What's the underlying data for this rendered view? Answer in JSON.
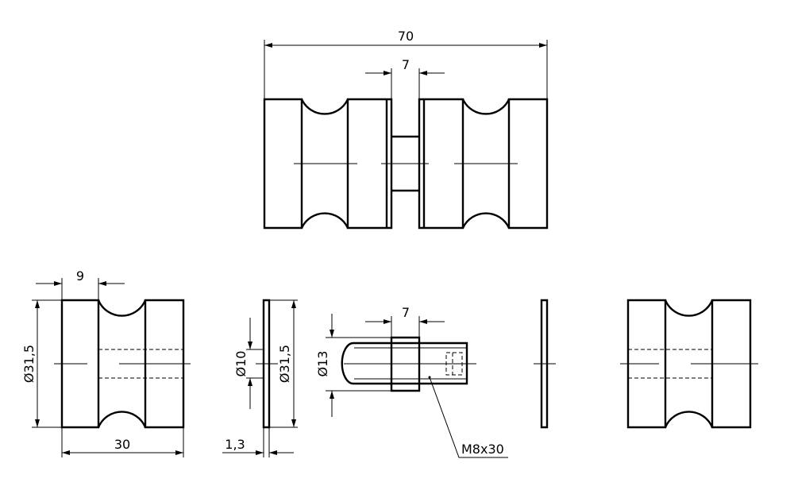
{
  "dimensions": {
    "overall_width": "70",
    "gap_top": "7",
    "knob_width_9": "9",
    "knob_diameter": "Ø31,5",
    "knob_length": "30",
    "washer_thickness": "1,3",
    "washer_inner_diameter": "Ø10",
    "washer_outer_diameter": "Ø31,5",
    "collar_diameter": "Ø13",
    "collar_width": "7",
    "screw_label": "M8x30"
  }
}
